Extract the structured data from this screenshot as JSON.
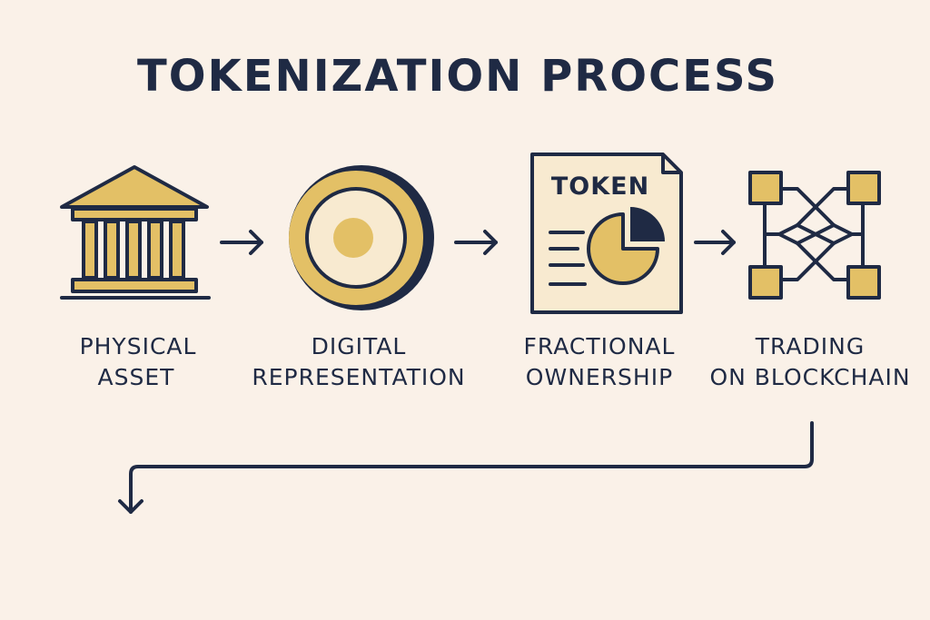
{
  "title": "TOKENIZATION PROCESS",
  "colors": {
    "background": "#faf1e8",
    "ink": "#1f2a44",
    "gold": "#e3c066",
    "cream": "#f8ead0"
  },
  "steps": [
    {
      "icon": "bank-building-icon",
      "lines": [
        "PHYSICAL",
        "ASSET"
      ]
    },
    {
      "icon": "coin-icon",
      "lines": [
        "DIGITAL",
        "REPRESENTATION"
      ]
    },
    {
      "icon": "token-document-pie-icon",
      "token_label": "TOKEN",
      "lines": [
        "FRACTIONAL",
        "OWNERSHIP"
      ]
    },
    {
      "icon": "blockchain-network-icon",
      "lines": [
        "TRADING",
        "ON BLOCKCHAIN"
      ]
    }
  ],
  "connectors": [
    {
      "from": "physical-asset",
      "to": "digital-representation",
      "icon": "arrow-right-icon"
    },
    {
      "from": "digital-representation",
      "to": "fractional-ownership",
      "icon": "arrow-right-icon"
    },
    {
      "from": "fractional-ownership",
      "to": "trading-on-blockchain",
      "icon": "arrow-right-icon"
    },
    {
      "from": "trading-on-blockchain",
      "to": "loop-back",
      "icon": "return-arrow-icon"
    }
  ]
}
